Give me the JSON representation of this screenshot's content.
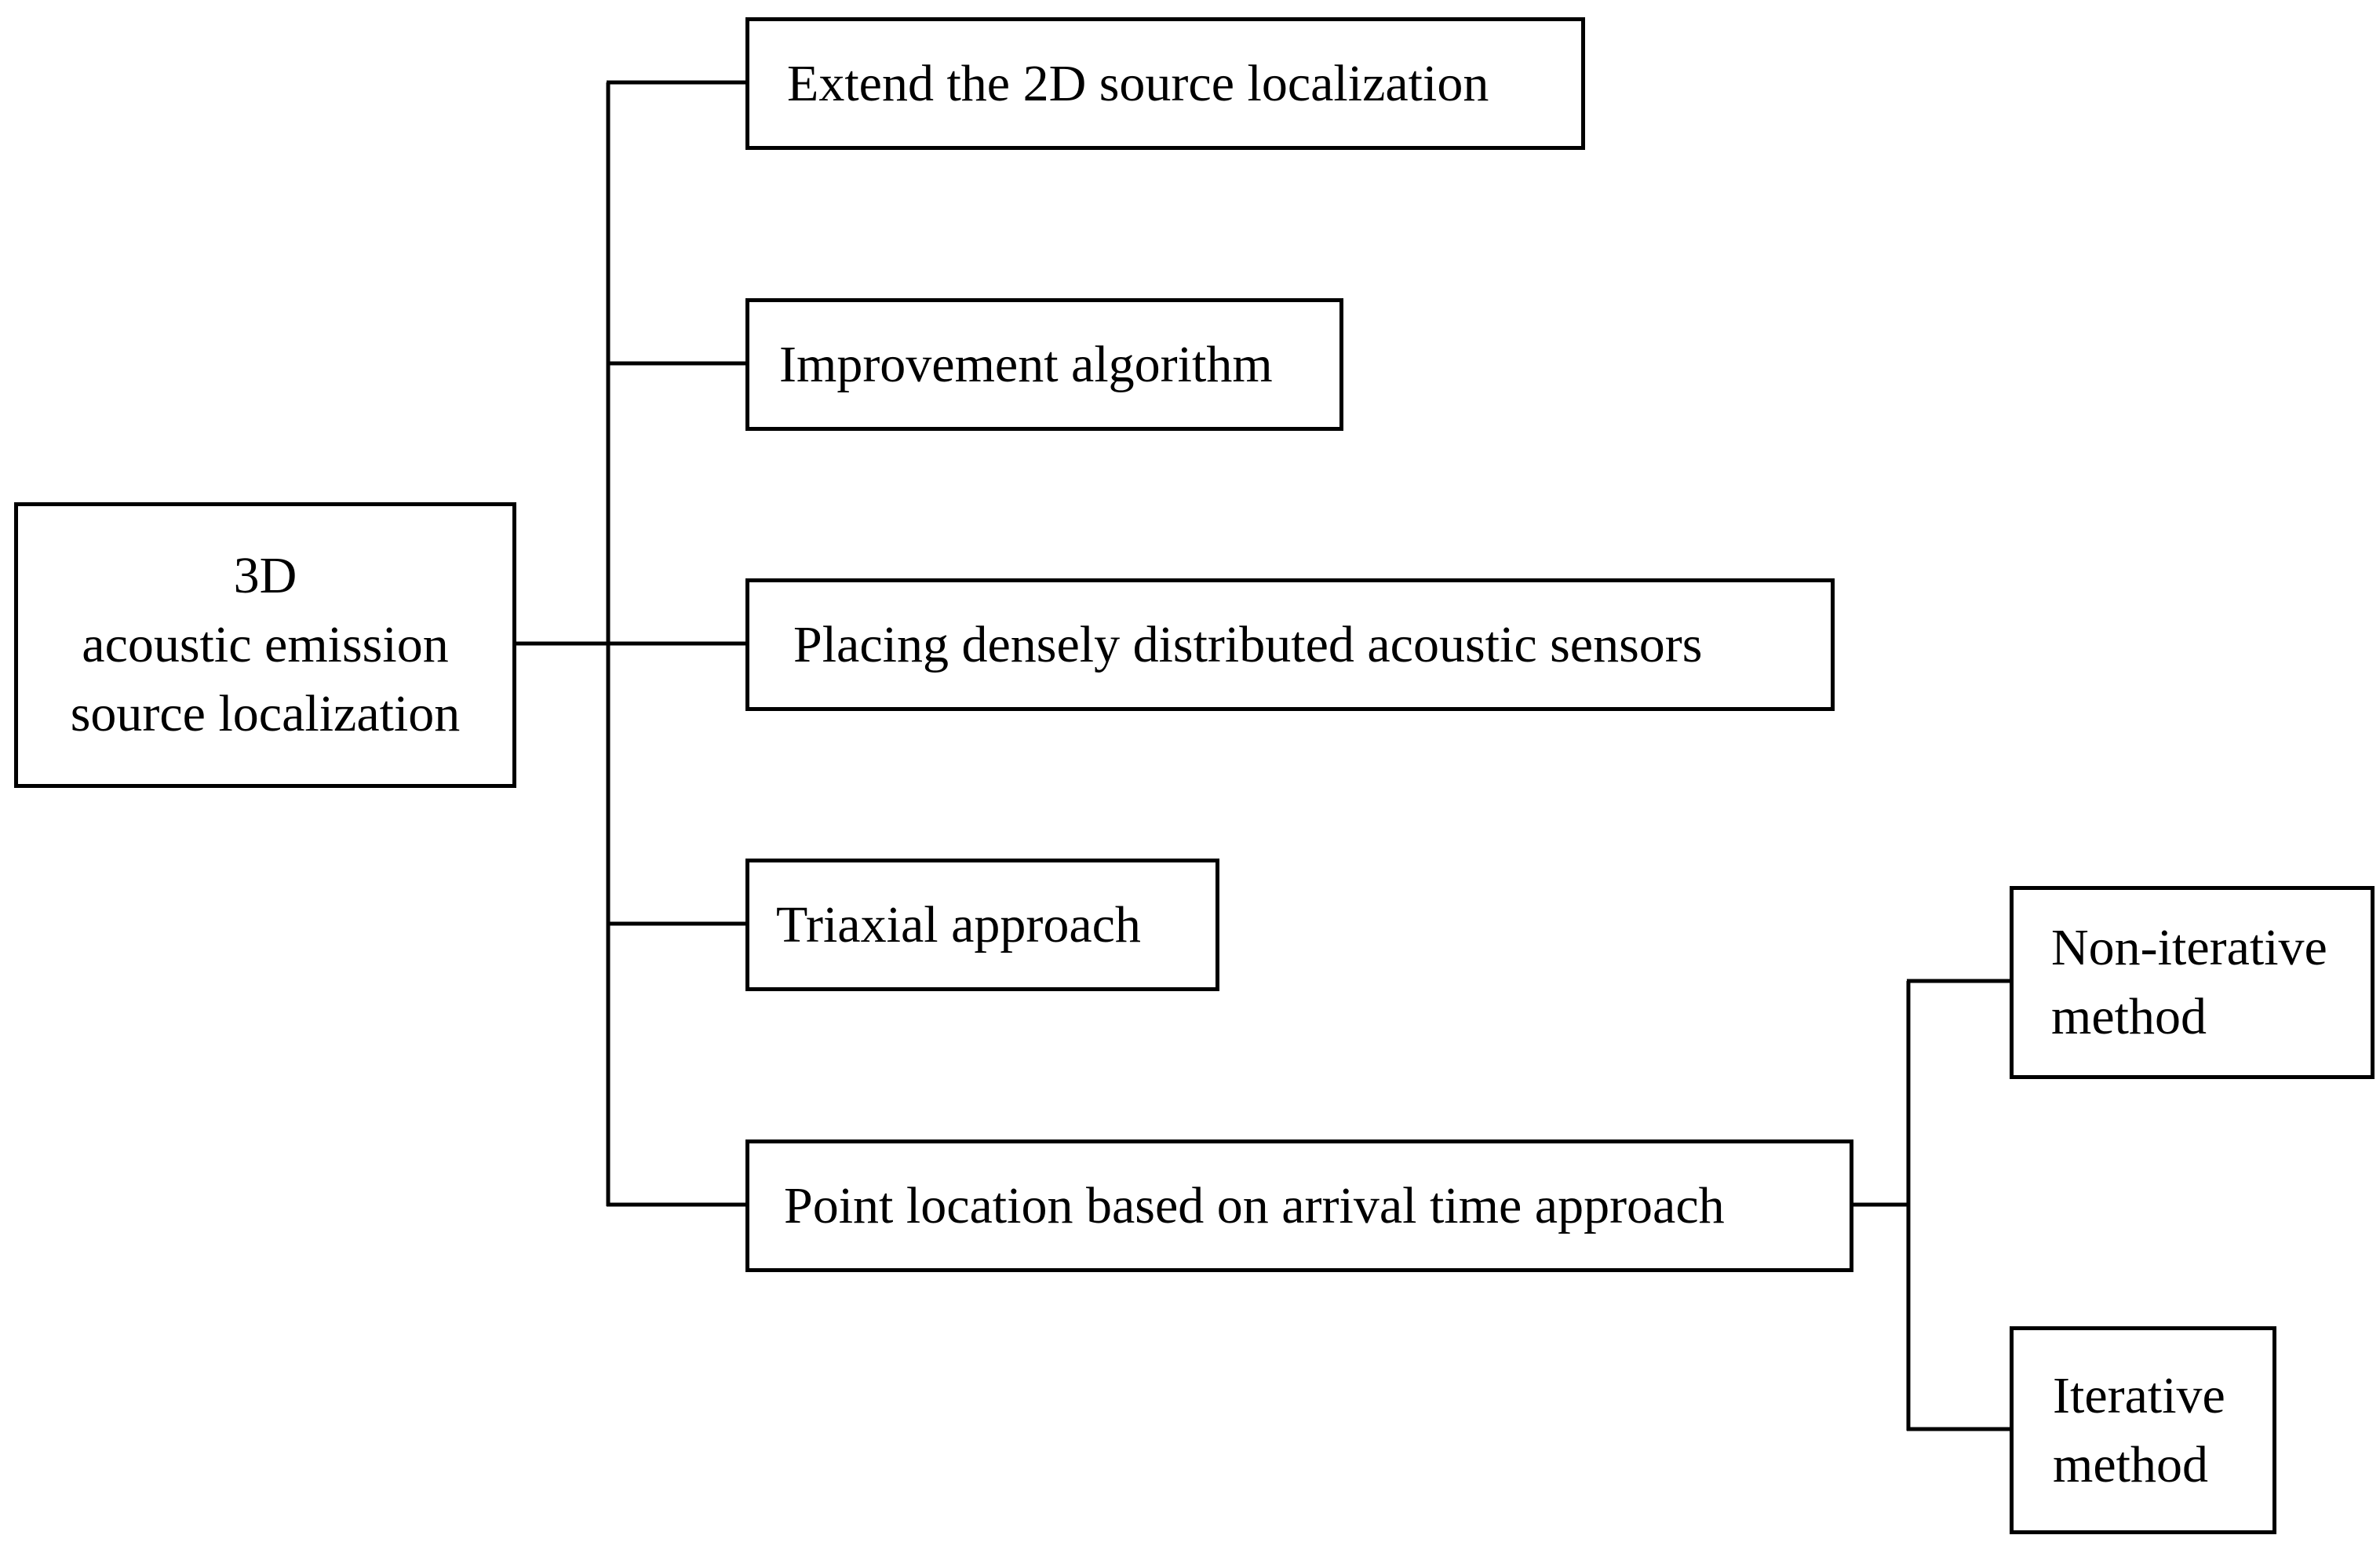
{
  "root": {
    "lines": [
      "3D",
      "acoustic emission",
      "source localization"
    ]
  },
  "branches": [
    {
      "label": "Extend the 2D source localization"
    },
    {
      "label": "Improvement algorithm"
    },
    {
      "label": "Placing densely distributed acoustic sensors"
    },
    {
      "label": "Triaxial approach"
    },
    {
      "label": "Point location based on arrival time approach"
    }
  ],
  "sub_branches": [
    {
      "lines": [
        "Non-iterative",
        "method"
      ]
    },
    {
      "lines": [
        "Iterative",
        "method"
      ]
    }
  ],
  "colors": {
    "line": "#000000",
    "box_border": "#000000",
    "background": "#ffffff"
  }
}
